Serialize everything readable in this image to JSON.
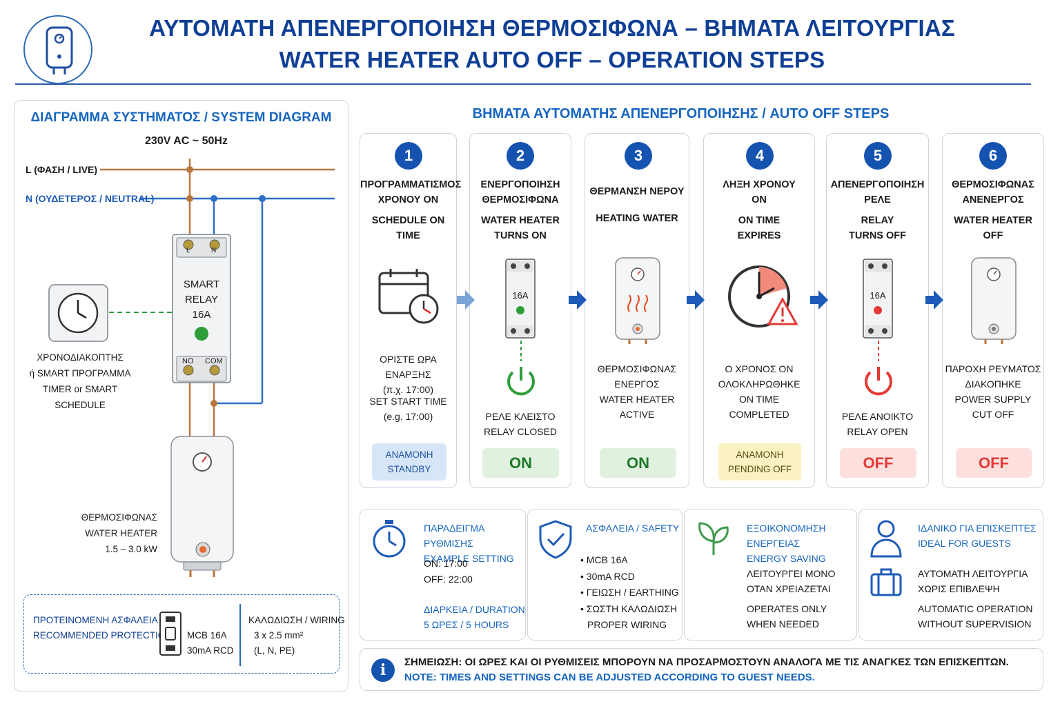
{
  "header": {
    "title_gr": "ΑΥΤΟΜΑΤΗ ΑΠΕΝΕΡΓΟΠΟΙΗΣΗ ΘΕΡΜΟΣΙΦΩΝΑ – ΒΗΜΑΤΑ ΛΕΙΤΟΥΡΓΙΑΣ",
    "title_en": "WATER HEATER AUTO OFF – OPERATION STEPS",
    "logo_icon": "water-heater-icon"
  },
  "diagram": {
    "title": "ΔΙΑΓΡΑΜΜΑ ΣΥΣΤΗΜΑΤΟΣ / SYSTEM DIAGRAM",
    "supply": "230V AC ~ 50Hz",
    "live_label": "L (ΦΑΣΗ / LIVE)",
    "neutral_label": "N (ΟΥΔΕΤΕΡΟΣ / NEUTRAL)",
    "relay_top_terminals": [
      "L",
      "N"
    ],
    "relay_bottom_terminals": [
      "NO",
      "COM"
    ],
    "relay_line1": "SMART",
    "relay_line2": "RELAY",
    "relay_line3": "16A",
    "timer_line1": "ΧΡΟΝΟΔΙΑΚΟΠΤΗΣ",
    "timer_line2": "ή SMART ΠΡΟΓΡΑΜΜΑ",
    "timer_line3": "TIMER or SMART SCHEDULE",
    "heater_line1": "ΘΕΡΜΟΣΙΦΩΝΑΣ",
    "heater_line2": "WATER HEATER",
    "heater_line3": "1.5 – 3.0 kW",
    "protection_title1": "ΠΡΟΤΕΙΝΟΜΕΝΗ ΑΣΦΑΛΕΙΑ /",
    "protection_title2": "RECOMMENDED PROTECTION",
    "protection_val1": "MCB 16A",
    "protection_val2": "30mA RCD",
    "wiring_title": "ΚΑΛΩΔΙΩΣΗ / WIRING",
    "wiring_val1": "3 x 2.5 mm²",
    "wiring_val2": "(L, N, PE)"
  },
  "steps_title": "ΒΗΜΑΤΑ ΑΥΤΟΜΑΤΗΣ ΑΠΕΝΕΡΓΟΠΟΙΗΣΗΣ / AUTO OFF STEPS",
  "steps": [
    {
      "num": "1",
      "gr1": "ΠΡΟΓΡΑΜΜΑΤΙΣΜΟΣ",
      "gr2": "ΧΡΟΝΟΥ ON",
      "en1": "SCHEDULE ON",
      "en2": "TIME",
      "d1": "ΟΡΙΣΤΕ ΩΡΑ ΕΝΑΡΞΗΣ",
      "d2": "(π.χ. 17:00)",
      "d3": "SET START TIME",
      "d4": "(e.g. 17:00)",
      "badge1": "ΑΝΑΜΟΝΗ",
      "badge2": "STANDBY"
    },
    {
      "num": "2",
      "gr1": "ΕΝΕΡΓΟΠΟΙΗΣΗ",
      "gr2": "ΘΕΡΜΟΣΙΦΩΝΑ",
      "en1": "WATER HEATER",
      "en2": "TURNS ON",
      "relay": "16A",
      "d1": "ΡΕΛΕ ΚΛΕΙΣΤΟ",
      "d2": "RELAY CLOSED",
      "badge": "ON"
    },
    {
      "num": "3",
      "gr1": "ΘΕΡΜΑΝΣΗ ΝΕΡΟΥ",
      "en1": "HEATING WATER",
      "d1": "ΘΕΡΜΟΣΙΦΩΝΑΣ",
      "d2": "ΕΝΕΡΓΟΣ",
      "d3": "WATER HEATER",
      "d4": "ACTIVE",
      "badge": "ON"
    },
    {
      "num": "4",
      "gr1": "ΛΗΞΗ ΧΡΟΝΟΥ",
      "gr2": "ON",
      "en1": "ON TIME",
      "en2": "EXPIRES",
      "d1": "Ο ΧΡΟΝΟΣ ON",
      "d2": "ΟΛΟΚΛΗΡΩΘΗΚΕ",
      "d3": "ON TIME",
      "d4": "COMPLETED",
      "badge1": "ΑΝΑΜΟΝΗ",
      "badge2": "PENDING OFF"
    },
    {
      "num": "5",
      "gr1": "ΑΠΕΝΕΡΓΟΠΟΙΗΣΗ",
      "gr2": "ΡΕΛΕ",
      "en1": "RELAY",
      "en2": "TURNS OFF",
      "relay": "16A",
      "d1": "ΡΕΛΕ ΑΝΟΙΚΤΟ",
      "d2": "RELAY OPEN",
      "badge": "OFF"
    },
    {
      "num": "6",
      "gr1": "ΘΕΡΜΟΣΙΦΩΝΑΣ",
      "gr2": "ΑΝΕΝΕΡΓΟΣ",
      "en1": "WATER HEATER",
      "en2": "OFF",
      "d1": "ΠΑΡΟΧΗ ΡΕΥΜΑΤΟΣ",
      "d2": "ΔΙΑΚΟΠΗΚΕ",
      "d3": "POWER SUPPLY",
      "d4": "CUT OFF",
      "badge": "OFF"
    }
  ],
  "info": {
    "example": {
      "t1": "ΠΑΡΑΔΕΙΓΜΑ ΡΥΘΜΙΣΗΣ",
      "t2": "EXAMPLE SETTING",
      "on": "ON: 17:00",
      "off": "OFF: 22:00",
      "dur1": "ΔΙΑΡΚΕΙΑ / DURATION",
      "dur2": "5 ΩΡΕΣ / 5 HOURS"
    },
    "safety": {
      "t1": "ΑΣΦΑΛΕΙΑ / SAFETY",
      "i1": "• MCB 16A",
      "i2": "• 30mA RCD",
      "i3": "• ΓΕΙΩΣΗ / EARTHING",
      "i4": "• ΣΩΣΤΗ ΚΑΛΩΔΙΩΣΗ",
      "i5": "PROPER WIRING"
    },
    "energy": {
      "t1": "ΕΞΟΙΚΟΝΟΜΗΣΗ ΕΝΕΡΓΕΙΑΣ",
      "t2": "ENERGY SAVING",
      "l1": "ΛΕΙΤΟΥΡΓΕΙ ΜΟΝΟ",
      "l2": "ΟΤΑΝ ΧΡΕΙΑΖΕΤΑΙ",
      "l3": "OPERATES ONLY",
      "l4": "WHEN NEEDED"
    },
    "guests": {
      "t1": "ΙΔΑΝΙΚΟ ΓΙΑ ΕΠΙΣΚΕΠΤΕΣ",
      "t2": "IDEAL FOR GUESTS",
      "l1": "ΑΥΤΟΜΑΤΗ ΛΕΙΤΟΥΡΓΙΑ",
      "l2": "ΧΩΡΙΣ ΕΠΙΒΛΕΨΗ",
      "l3": "AUTOMATIC OPERATION",
      "l4": "WITHOUT SUPERVISION"
    }
  },
  "note": {
    "gr": "ΣΗΜΕΙΩΣΗ: ΟΙ ΩΡΕΣ ΚΑΙ ΟΙ ΡΥΘΜΙΣΕΙΣ ΜΠΟΡΟΥΝ ΝΑ ΠΡΟΣΑΡΜΟΣΤΟΥΝ ΑΝΑΛΟΓΑ ΜΕ ΤΙΣ ΑΝΑΓΚΕΣ ΤΩΝ ΕΠΙΣΚΕΠΤΩΝ.",
    "en": "NOTE: TIMES AND SETTINGS CAN BE ADJUSTED ACCORDING TO GUEST NEEDS."
  },
  "colors": {
    "navy": "#0f3f95",
    "live": "#b8763e",
    "neutral": "#2a6ec8",
    "on": "#2e9e3a",
    "off": "#e53935"
  }
}
